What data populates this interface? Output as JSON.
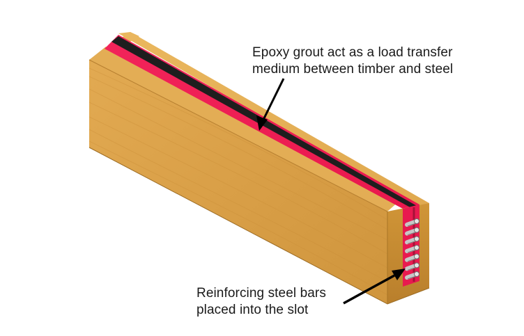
{
  "callouts": {
    "epoxy": {
      "line1": "Epoxy grout act as a load transfer",
      "line2": "medium between timber and steel"
    },
    "bars": {
      "line1": "Reinforcing steel bars",
      "line2": "placed into the slot"
    }
  },
  "colors": {
    "timber_front": "#dca24a",
    "timber_top": "#e7b259",
    "timber_end": "#c98d35",
    "epoxy": "#ef1f55",
    "slot_shadow": "#1e1e1e",
    "steel_bar": "#c7c7c7",
    "arrow": "#000000"
  },
  "steel_bar_count": 7
}
